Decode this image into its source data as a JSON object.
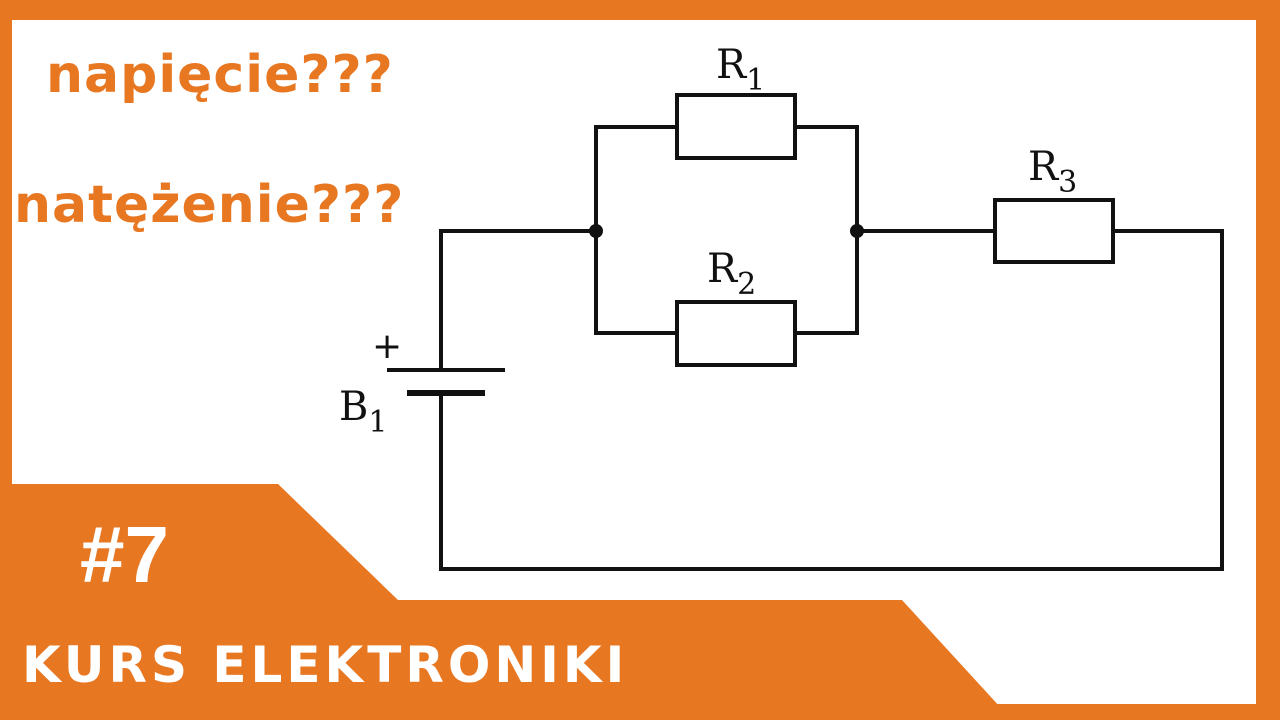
{
  "colors": {
    "frame": "#e87722",
    "panel": "#ffffff",
    "handwriting": "#e87722",
    "wire": "#111111",
    "banner_text": "#ffffff"
  },
  "questions": {
    "voltage": "napięcie???",
    "current": "natężenie???"
  },
  "circuit": {
    "r1": {
      "letter": "R",
      "index": "1"
    },
    "r2": {
      "letter": "R",
      "index": "2"
    },
    "r3": {
      "letter": "R",
      "index": "3"
    },
    "b1": {
      "letter": "B",
      "index": "1",
      "polarity": "+"
    }
  },
  "banner": {
    "episode": "#7",
    "series": "KURS ELEKTRONIKI"
  }
}
